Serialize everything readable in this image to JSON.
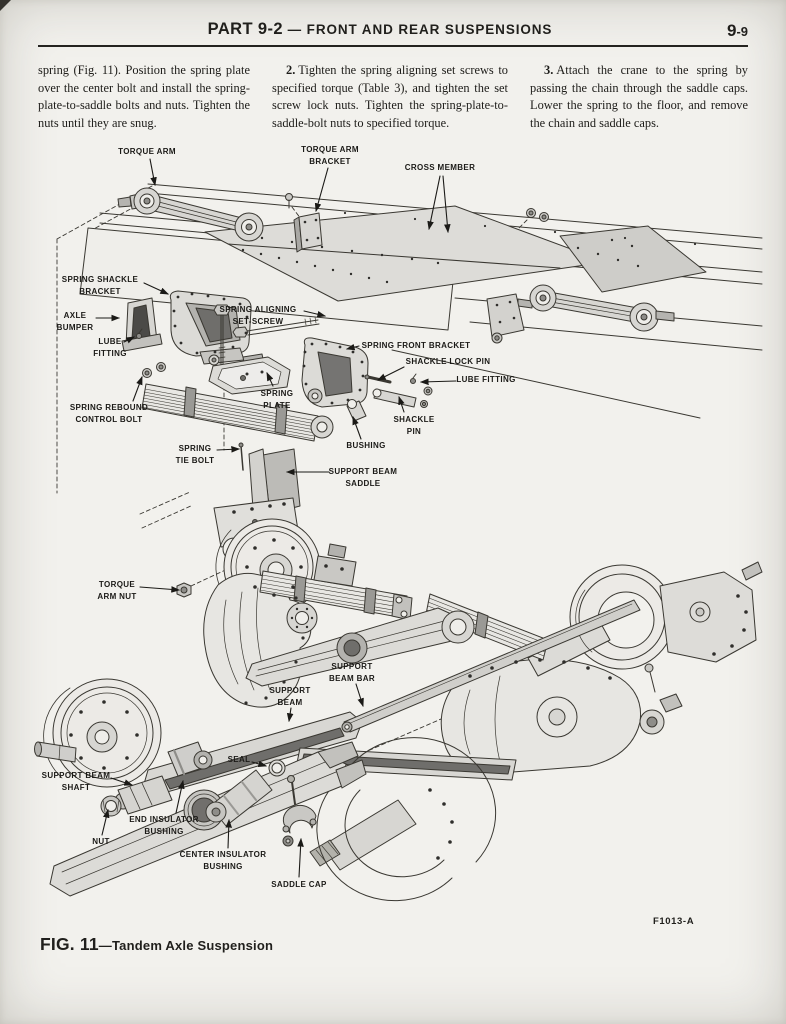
{
  "header": {
    "part_bold": "PART 9-2",
    "part_rest": " — FRONT AND REAR SUSPENSIONS",
    "page_bold": "9",
    "page_rest": "-9"
  },
  "intro": {
    "col1_text": "spring (Fig. 11). Position the spring plate over the center bolt and install the spring-plate-to-saddle bolts and nuts. Tighten the nuts until they are snug.",
    "col2_num": "2.",
    "col2_text": "Tighten the spring aligning set screws to specified torque (Table 3), and tighten the set screw lock nuts. Tighten the spring-plate-to-saddle-bolt nuts to specified torque.",
    "col3_num": "3.",
    "col3_text": "Attach the crane to the spring by passing the chain through the saddle caps. Lower the spring to the floor, and remove the chain and saddle caps."
  },
  "diagram": {
    "figure_code": "F1013-A",
    "labels": [
      {
        "id": "torque-arm",
        "text": "TORQUE ARM"
      },
      {
        "id": "torque-arm-bracket",
        "text": "TORQUE ARM\nBRACKET"
      },
      {
        "id": "cross-member",
        "text": "CROSS MEMBER"
      },
      {
        "id": "spring-shackle-bracket",
        "text": "SPRING SHACKLE\nBRACKET"
      },
      {
        "id": "axle-bumper",
        "text": "AXLE\nBUMPER"
      },
      {
        "id": "lube-fitting-left",
        "text": "LUBE\nFITTING"
      },
      {
        "id": "spring-aligning-set-screw",
        "text": "SPRING ALIGNING\nSET-SCREW"
      },
      {
        "id": "spring-rebound-control-bolt",
        "text": "SPRING REBOUND\nCONTROL BOLT"
      },
      {
        "id": "spring-plate",
        "text": "SPRING\nPLATE"
      },
      {
        "id": "spring-front-bracket",
        "text": "SPRING FRONT BRACKET"
      },
      {
        "id": "shackle-lock-pin",
        "text": "SHACKLE LOCK PIN"
      },
      {
        "id": "lube-fitting-right",
        "text": "LUBE FITTING"
      },
      {
        "id": "shackle-pin",
        "text": "SHACKLE\nPIN"
      },
      {
        "id": "bushing",
        "text": "BUSHING"
      },
      {
        "id": "spring-tie-bolt",
        "text": "SPRING\nTIE BOLT"
      },
      {
        "id": "support-beam-saddle",
        "text": "SUPPORT BEAM\nSADDLE"
      },
      {
        "id": "torque-arm-nut",
        "text": "TORQUE\nARM NUT"
      },
      {
        "id": "support-beam-bar",
        "text": "SUPPORT\nBEAM BAR"
      },
      {
        "id": "support-beam",
        "text": "SUPPORT\nBEAM"
      },
      {
        "id": "seal",
        "text": "SEAL"
      },
      {
        "id": "support-beam-shaft",
        "text": "SUPPORT BEAM\nSHAFT"
      },
      {
        "id": "end-insulator-bushing",
        "text": "END INSULATOR\nBUSHING"
      },
      {
        "id": "nut",
        "text": "NUT"
      },
      {
        "id": "center-insulator-bushing",
        "text": "CENTER INSULATOR\nBUSHING"
      },
      {
        "id": "saddle-cap",
        "text": "SADDLE CAP"
      }
    ]
  },
  "caption": {
    "fig": "FIG. 11",
    "title": "—Tandem Axle Suspension"
  }
}
